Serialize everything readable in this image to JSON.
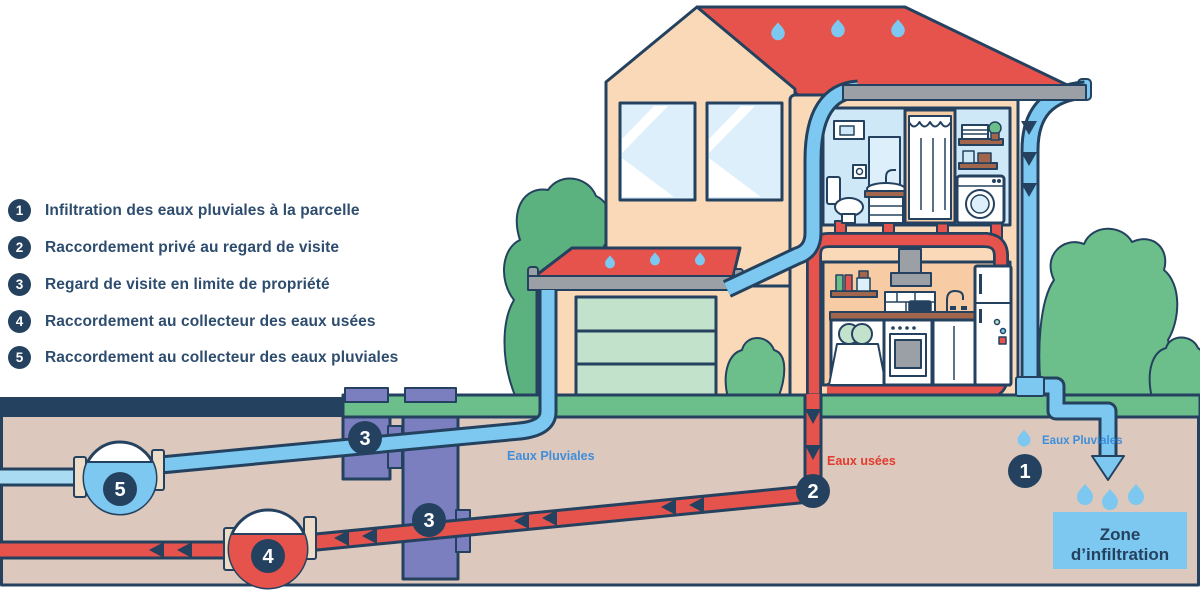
{
  "colors": {
    "navy": "#24425F",
    "red": "#E6534C",
    "peach": "#FAD9B8",
    "peach_dark": "#F7CBA4",
    "sky": "#7CC8F0",
    "light_pipe": "#A9DCF3",
    "glass": "#DCEFFB",
    "bath": "#CFE8F8",
    "gray": "#9BA0A6",
    "green": "#6CBE8B",
    "green_dark": "#5CB27E",
    "door_green": "#C3E2CC",
    "purple": "#7B7FC0",
    "tan": "#DCC8BC",
    "flange": "#EDDCC8",
    "wood": "#A2664C",
    "label_blue": "#3E8EDB",
    "label_red": "#E23B2E",
    "text": "#2E4D6E"
  },
  "legend": {
    "items": [
      {
        "number": "1",
        "label": "Infiltration des eaux pluviales à la parcelle"
      },
      {
        "number": "2",
        "label": "Raccordement privé au regard de visite"
      },
      {
        "number": "3",
        "label": "Regard de visite en limite de propriété"
      },
      {
        "number": "4",
        "label": "Raccordement au collecteur des eaux usées"
      },
      {
        "number": "5",
        "label": "Raccordement au collecteur des eaux pluviales"
      }
    ]
  },
  "markers": {
    "one": "1",
    "two": "2",
    "three_a": "3",
    "three_b": "3",
    "four": "4",
    "five": "5"
  },
  "labels": {
    "storm_underground": "Eaux Pluviales",
    "storm_surface": "Eaux Pluviales",
    "waste": "Eaux usées",
    "zone_line1": "Zone",
    "zone_line2": "d’infiltration"
  }
}
